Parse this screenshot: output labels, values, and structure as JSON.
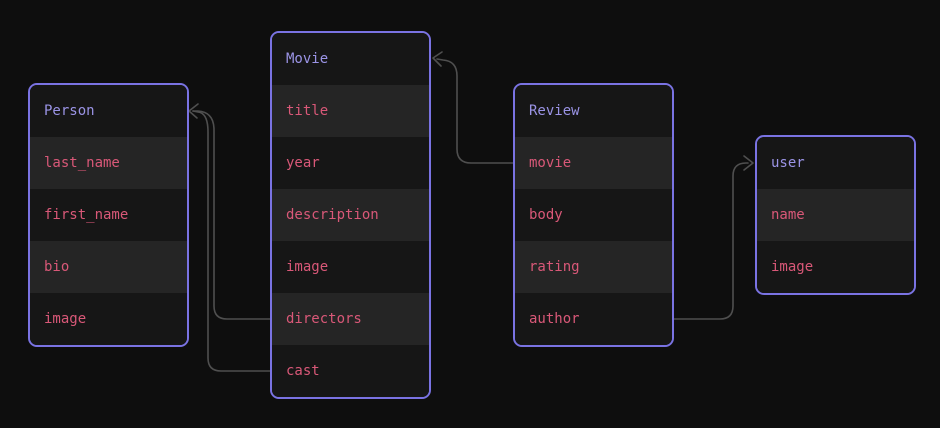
{
  "diagram": {
    "type": "entity-relationship",
    "colors": {
      "bg": "#0e0e0e",
      "row_dark": "#161616",
      "row_light": "#252525",
      "border": "#7a73e3",
      "title_text": "#9b94e6",
      "field_text": "#d95878",
      "edge": "#4f4f4f"
    }
  },
  "entities": [
    {
      "name": "Person",
      "fields": [
        "last_name",
        "first_name",
        "bio",
        "image"
      ]
    },
    {
      "name": "Movie",
      "fields": [
        "title",
        "year",
        "description",
        "image",
        "directors",
        "cast"
      ]
    },
    {
      "name": "Review",
      "fields": [
        "movie",
        "body",
        "rating",
        "author"
      ]
    },
    {
      "name": "user",
      "fields": [
        "name",
        "image"
      ]
    }
  ],
  "relationships": [
    {
      "from_entity": "Review",
      "from_field": "movie",
      "to_entity": "Movie"
    },
    {
      "from_entity": "Movie",
      "from_field": "directors",
      "to_entity": "Person"
    },
    {
      "from_entity": "Movie",
      "from_field": "cast",
      "to_entity": "Person"
    },
    {
      "from_entity": "Review",
      "from_field": "author",
      "to_entity": "user"
    }
  ]
}
